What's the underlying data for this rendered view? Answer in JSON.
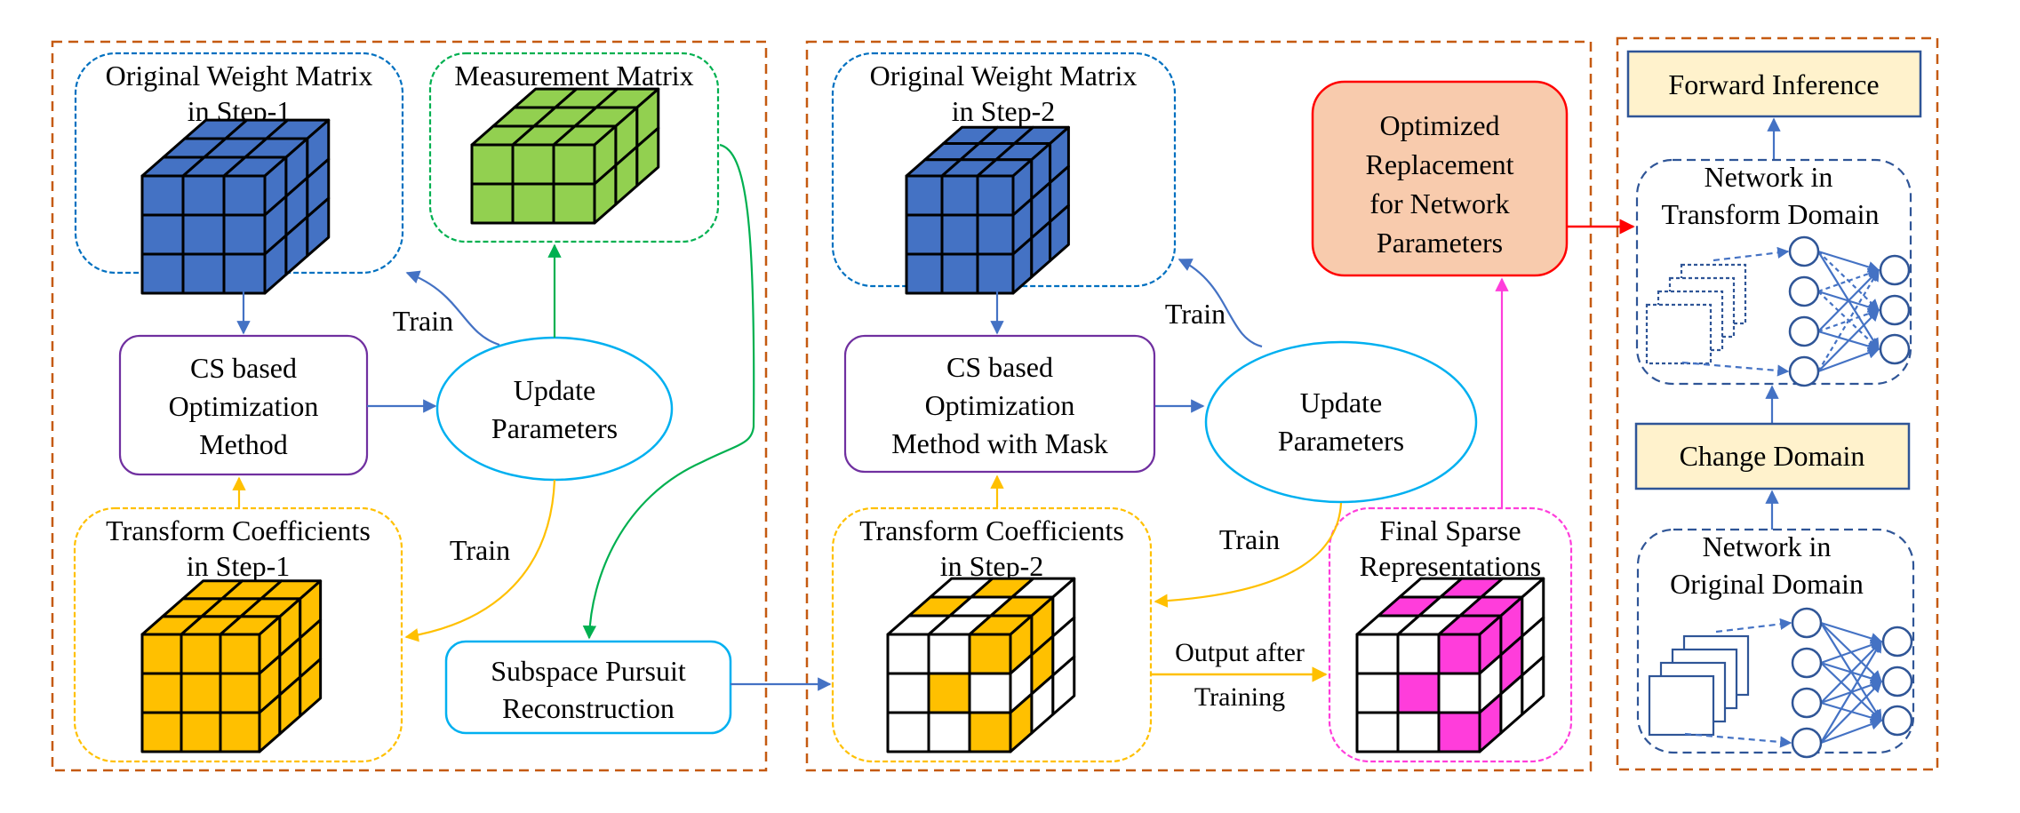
{
  "title": "Compressed-sensing based network parameter optimization pipeline",
  "colors": {
    "frame": "#C55A11",
    "blue_matrix": "#4472C4",
    "green_matrix": "#92D050",
    "orange_matrix": "#FFC000",
    "magenta_matrix": "#FF3DDB",
    "blue_box_border": "#0070C0",
    "green_box_border": "#00B050",
    "orange_box_border": "#FFC000",
    "purple_box_border": "#7030A0",
    "cyan_border": "#00B0F0",
    "magenta_box_border": "#FF3DDB",
    "red_border": "#FF0000",
    "optimized_fill": "#F8CBAD",
    "domain_box_fill": "#FFF2CC",
    "domain_box_border": "#2F5597",
    "arrow_blue": "#4472C4",
    "arrow_green": "#00B050",
    "arrow_orange": "#FFC000",
    "arrow_magenta": "#FF3DDB",
    "arrow_red": "#FF0000"
  },
  "step1": {
    "weight_matrix": {
      "title_lines": [
        "Original Weight Matrix",
        "in Step-1"
      ]
    },
    "measurement_matrix": {
      "title_lines": [
        "Measurement Matrix"
      ]
    },
    "cs_method": {
      "lines": [
        "CS based",
        "Optimization",
        "Method"
      ]
    },
    "update": {
      "lines": [
        "Update",
        "Parameters"
      ]
    },
    "train_label_top": "Train",
    "train_label_bottom": "Train",
    "coefficients": {
      "title_lines": [
        "Transform Coefficients",
        "in Step-1"
      ]
    },
    "subspace": {
      "lines": [
        "Subspace Pursuit",
        "Reconstruction"
      ]
    }
  },
  "step2": {
    "weight_matrix": {
      "title_lines": [
        "Original Weight Matrix",
        "in Step-2"
      ]
    },
    "cs_method": {
      "lines": [
        "CS based",
        "Optimization",
        "Method with Mask"
      ]
    },
    "update": {
      "lines": [
        "Update",
        "Parameters"
      ]
    },
    "train_label_top": "Train",
    "train_label_bottom": "Train",
    "coefficients": {
      "title_lines": [
        "Transform Coefficients",
        "in Step-2"
      ]
    },
    "output_label": [
      "Output after",
      "Training"
    ],
    "sparse": {
      "title_lines": [
        "Final Sparse",
        "Representations"
      ]
    },
    "optimized": {
      "lines": [
        "Optimized",
        "Replacement",
        "for Network",
        "Parameters"
      ]
    }
  },
  "deploy": {
    "forward": {
      "label": "Forward Inference"
    },
    "transform_net": {
      "title_lines": [
        "Network in",
        "Transform Domain"
      ]
    },
    "change": {
      "label": "Change Domain"
    },
    "original_net": {
      "title_lines": [
        "Network in",
        "Original Domain"
      ]
    }
  }
}
